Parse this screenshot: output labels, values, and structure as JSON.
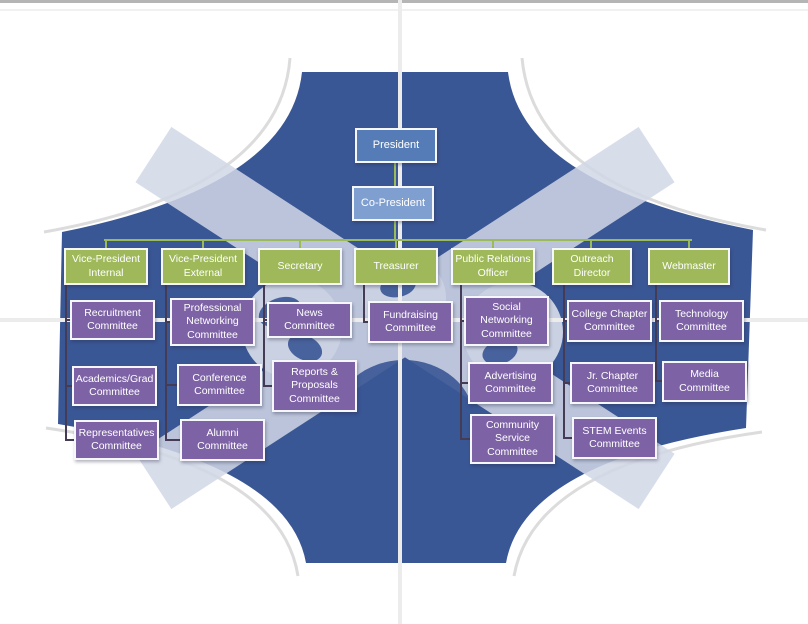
{
  "org": {
    "president": "President",
    "co_president": "Co-President",
    "columns": [
      {
        "title": "Vice-President Internal",
        "committees": [
          "Recruitment Committee",
          "Academics/Grad Committee",
          "Representatives Committee"
        ]
      },
      {
        "title": "Vice-President External",
        "committees": [
          "Professional Networking Committee",
          "Conference Committee",
          "Alumni Committee"
        ]
      },
      {
        "title": "Secretary",
        "committees": [
          "News Committee",
          "Reports & Proposals Committee"
        ]
      },
      {
        "title": "Treasurer",
        "committees": [
          "Fundraising Committee"
        ]
      },
      {
        "title": "Public Relations Officer",
        "committees": [
          "Social Networking Committee",
          "Advertising Committee",
          "Community Service Committee"
        ]
      },
      {
        "title": "Outreach Director",
        "committees": [
          "College Chapter Committee",
          "Jr. Chapter Committee",
          "STEM Events Committee"
        ]
      },
      {
        "title": "Webmaster",
        "committees": [
          "Technology Committee",
          "Media Committee"
        ]
      }
    ],
    "colors": {
      "president_blue": "#567cb8",
      "co_president_blue": "#7f9fd1",
      "officer_green": "#9eb85a",
      "committee_purple": "#7d63a5",
      "connector_green": "#9bbb59",
      "connector_dark": "#463b55",
      "watermark_blue": "#3a5795",
      "watermark_light": "#cfd6e5"
    }
  }
}
